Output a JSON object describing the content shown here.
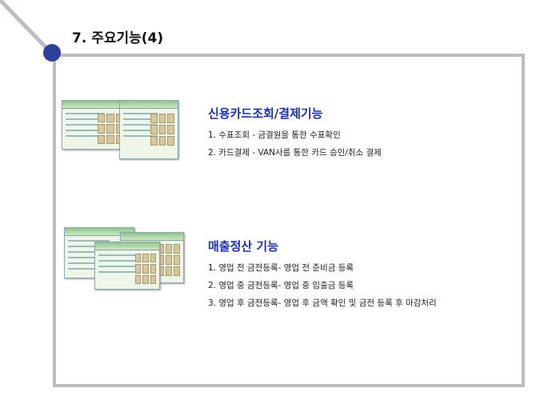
{
  "page": {
    "title": "7. 주요기능(4)"
  },
  "sections": [
    {
      "title": "신용카드조회/결제기능",
      "lines": [
        "1. 수표조회 - 금결원을 통한 수표확인",
        "2. 카드결제 - VAN사를 통한 카드 승인/취소 결제"
      ]
    },
    {
      "title": "매출정산 기능",
      "lines": [
        "1. 영업 전 금전등록- 영업 전 준비금 등록",
        "2. 영업 중 금전등록- 영업 중 입출금 등록",
        "3. 영업 후 금전등록- 영업 후 금액 확인 및 금전 등록 후 마감처리"
      ]
    }
  ],
  "colors": {
    "accent_dot": "#2e3fa0",
    "section_title": "#1a2fc0",
    "frame": "#bdbdbd"
  }
}
